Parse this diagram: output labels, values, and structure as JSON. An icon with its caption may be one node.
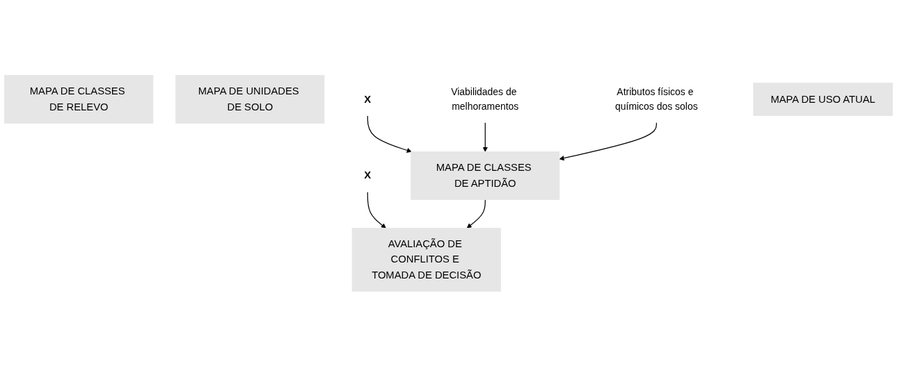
{
  "diagram": {
    "nodes": [
      {
        "text": [
          "MAPA DE CLASSES DE RELEVO"
        ]
      },
      {
        "text": [
          "MAPA DE UNIDADES DE SOLO"
        ]
      },
      {
        "text": [
          "X"
        ]
      },
      {
        "text": [
          "Viabilidades de melhoramentos"
        ]
      },
      {
        "text": [
          "Atributos físicos e químicos dos solos"
        ]
      },
      {
        "text": [
          "MAPA DE CLASSES DE APTIDÃO"
        ]
      },
      {
        "text": [
          "MAPA DE USO ATUAL"
        ]
      },
      {
        "text": [
          "X"
        ]
      },
      {
        "text": [
          "AVALIAÇÃO DE CONFLITOS E TOMADA DE DECISÃO"
        ]
      }
    ],
    "edges": [
      {
        "from": 2,
        "to": 5,
        "arrow": "to"
      },
      {
        "from": 3,
        "to": 5,
        "arrow": "to"
      },
      {
        "from": 4,
        "to": 5,
        "arrow": "to"
      },
      {
        "from": 7,
        "to": 8,
        "arrow": "to"
      },
      {
        "from": 5,
        "to": 8,
        "arrow": "to"
      }
    ]
  }
}
